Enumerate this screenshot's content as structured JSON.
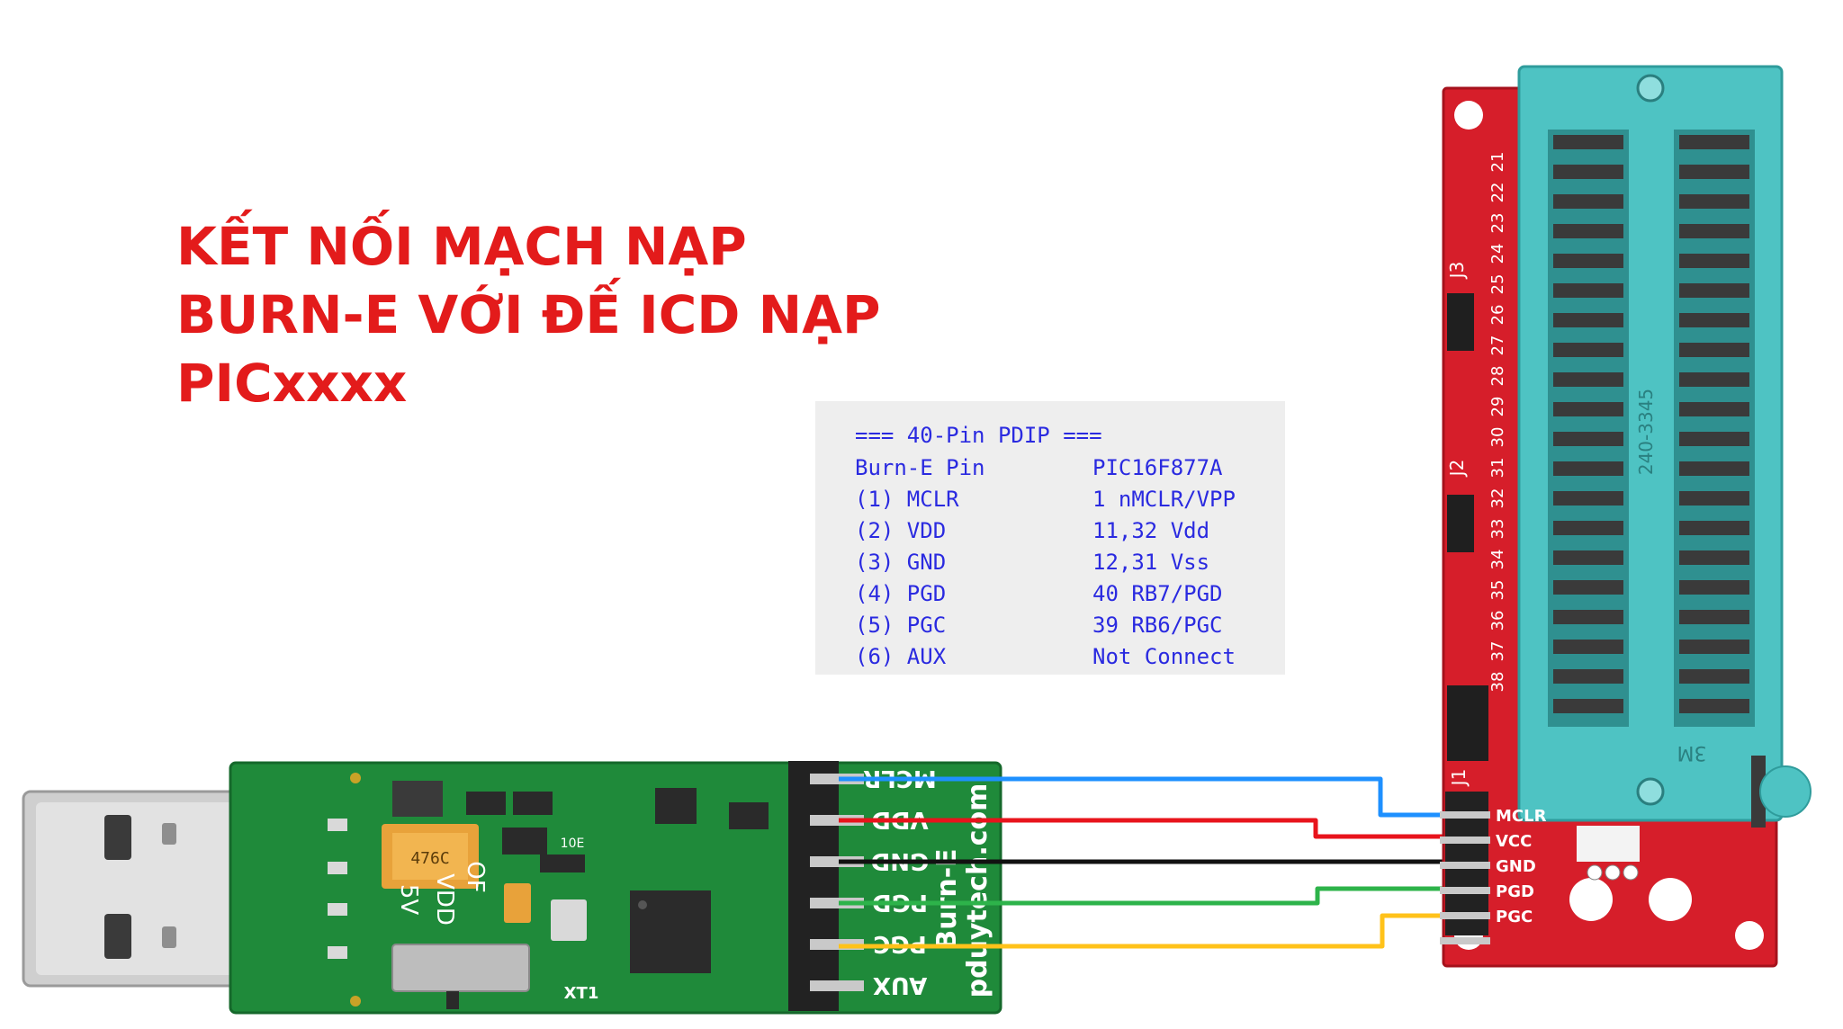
{
  "title": {
    "lines": [
      "KẾT NỐI MẠCH NẠP",
      "BURN-E VỚI ĐẾ ICD NẠP",
      "PICxxxx"
    ]
  },
  "pin_table": {
    "header": "=== 40-Pin PDIP ===",
    "col_left": "Burn-E Pin",
    "col_right": "PIC16F877A",
    "rows": [
      {
        "left": "(1) MCLR",
        "right": "1 nMCLR/VPP"
      },
      {
        "left": "(2) VDD",
        "right": "11,32 Vdd"
      },
      {
        "left": "(3) GND",
        "right": "12,31 Vss"
      },
      {
        "left": "(4) PGD",
        "right": "40 RB7/PGD"
      },
      {
        "left": "(5) PGC",
        "right": "39 RB6/PGC"
      },
      {
        "left": "(6) AUX",
        "right": "Not Connect"
      }
    ]
  },
  "programmer": {
    "brand": "pduytech.com",
    "model": "Burn-E",
    "pin_labels": [
      "MCLR",
      "VDD",
      "GND",
      "PGD",
      "PGC",
      "AUX"
    ],
    "switch_labels": [
      "VDD",
      "5V",
      "OF"
    ],
    "crystal_label": "XT1",
    "cap_label": "476C",
    "resistor_label": "10E",
    "colors": {
      "pcb": "#1f8a3a",
      "usb": "#c8c8c8"
    }
  },
  "socket_board": {
    "icd_labels": [
      "MCLR",
      "VCC",
      "GND",
      "PGD",
      "PGC"
    ],
    "jumper_labels": [
      "J3",
      "J2",
      "J1"
    ],
    "socket_text": "240-3345",
    "socket_brand": "3M",
    "pin_numbers": [
      "21",
      "22",
      "23",
      "24",
      "25",
      "26",
      "27",
      "28",
      "29",
      "30",
      "31",
      "32",
      "33",
      "34",
      "35",
      "36",
      "37",
      "38"
    ],
    "colors": {
      "pcb": "#d61e2a",
      "socket": "#4ec3c3"
    }
  },
  "wires": [
    {
      "signal": "MCLR",
      "color": "#1e90ff"
    },
    {
      "signal": "VDD",
      "color": "#e8141c"
    },
    {
      "signal": "GND",
      "color": "#111111"
    },
    {
      "signal": "PGD",
      "color": "#2db34a"
    },
    {
      "signal": "PGC",
      "color": "#ffc21a"
    }
  ]
}
